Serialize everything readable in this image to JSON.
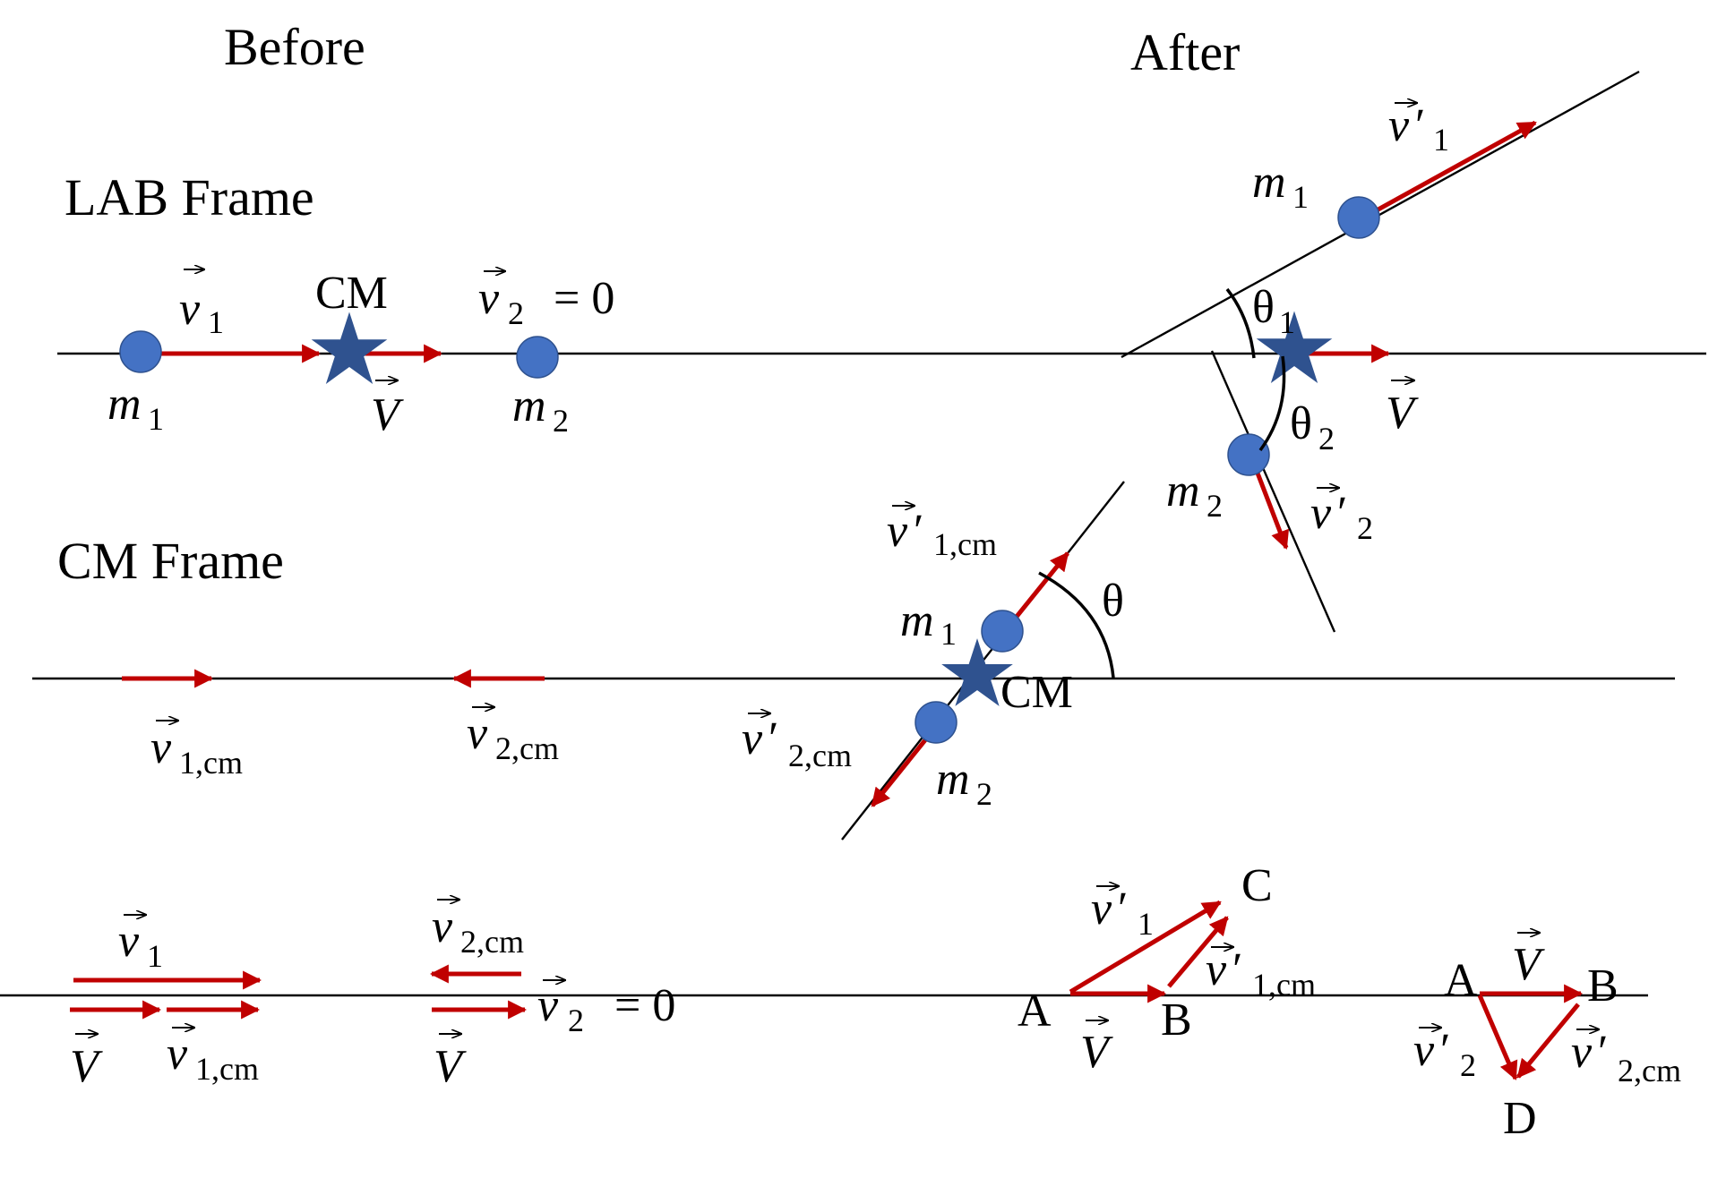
{
  "headings": {
    "before": "Before",
    "after": "After"
  },
  "frames": {
    "lab": "LAB Frame",
    "cm": "CM Frame"
  },
  "labels": {
    "v": "v",
    "V": "V",
    "m": "m",
    "one": "1",
    "two": "2",
    "prime": "′",
    "one_cm": "1,cm",
    "two_cm": "2,cm",
    "eq_zero": "= 0",
    "cm": "CM",
    "theta": "θ",
    "theta1": "θ",
    "theta2": "θ",
    "point_a": "A",
    "point_b": "B",
    "point_c": "C",
    "point_d": "D"
  },
  "colors": {
    "arrow": "#c00000",
    "ball": "#4472c4",
    "line": "#000000"
  }
}
